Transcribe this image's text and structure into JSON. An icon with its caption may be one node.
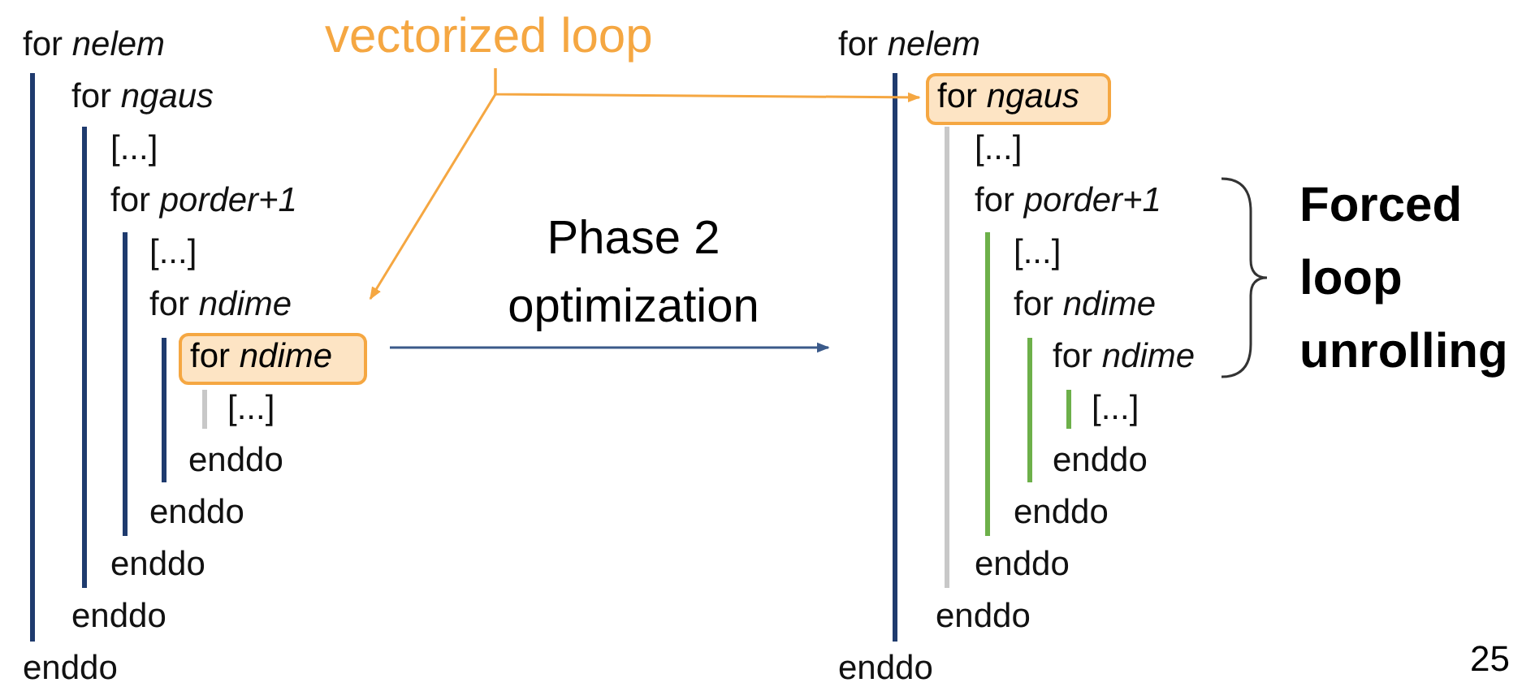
{
  "diagram": {
    "nodes": [
      {
        "text": [
          "vectorized loop"
        ]
      },
      {
        "text": [
          "for *nelem*",
          "for *ngaus*",
          "[...]",
          "for *porder+1*",
          "[...]",
          "for *ndime*",
          "[...]",
          "enddo",
          "enddo",
          "enddo",
          "enddo",
          "enddo"
        ]
      },
      {
        "text": [
          "for *ndime*"
        ],
        "in": 1
      },
      {
        "text": [
          "for *nelem*",
          "[...]",
          "for *porder+1*",
          "[...]",
          "for *ndime*",
          "for *ndime*",
          "[...]",
          "enddo",
          "enddo",
          "enddo",
          "enddo",
          "enddo"
        ]
      },
      {
        "text": [
          "for *ngaus*"
        ],
        "in": 3
      }
    ],
    "edges": [
      {
        "from": 0,
        "to": 2,
        "arrow": "to"
      },
      {
        "from": 0,
        "to": 4,
        "arrow": "to"
      },
      {
        "from": 1,
        "to": 3,
        "arrow": "to",
        "label": "Phase 2 optimization",
        "color": "#3b5a8a"
      }
    ],
    "labels": [
      "Forced loop unrolling",
      "25"
    ]
  }
}
